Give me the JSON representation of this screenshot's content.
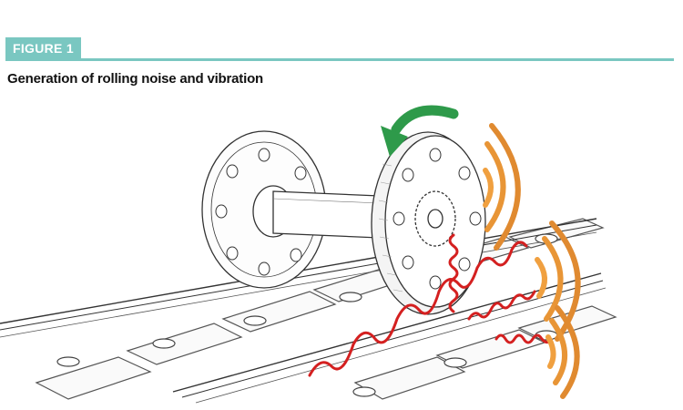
{
  "figure": {
    "label": "FIGURE 1",
    "title": "Generation of rolling noise and vibration"
  },
  "colors": {
    "accent": "#7ac7c1",
    "arrow": "#2e9a4a",
    "vibration": "#d42020",
    "sound_waves": "#f0a040",
    "line_art": "#333333"
  },
  "illustration": {
    "icons": [
      "wheelset",
      "rail-track",
      "rotation-arrow",
      "vibration-waves",
      "sound-waves"
    ]
  }
}
